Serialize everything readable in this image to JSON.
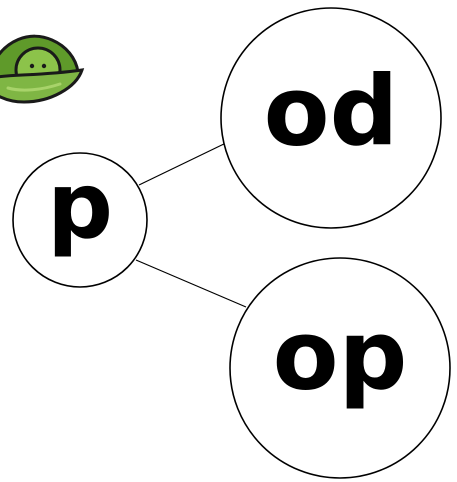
{
  "diagram": {
    "root": {
      "label": "p"
    },
    "children": [
      {
        "label": "od"
      },
      {
        "label": "op"
      }
    ]
  },
  "mascot": {
    "icon": "peapod-mascot-icon"
  },
  "colors": {
    "stroke": "#000000",
    "node_fill": "#ffffff",
    "text": "#000000",
    "pod_green": "#8cc34a",
    "pod_dark": "#5f9a2a",
    "pea_green": "#6aa83a"
  }
}
